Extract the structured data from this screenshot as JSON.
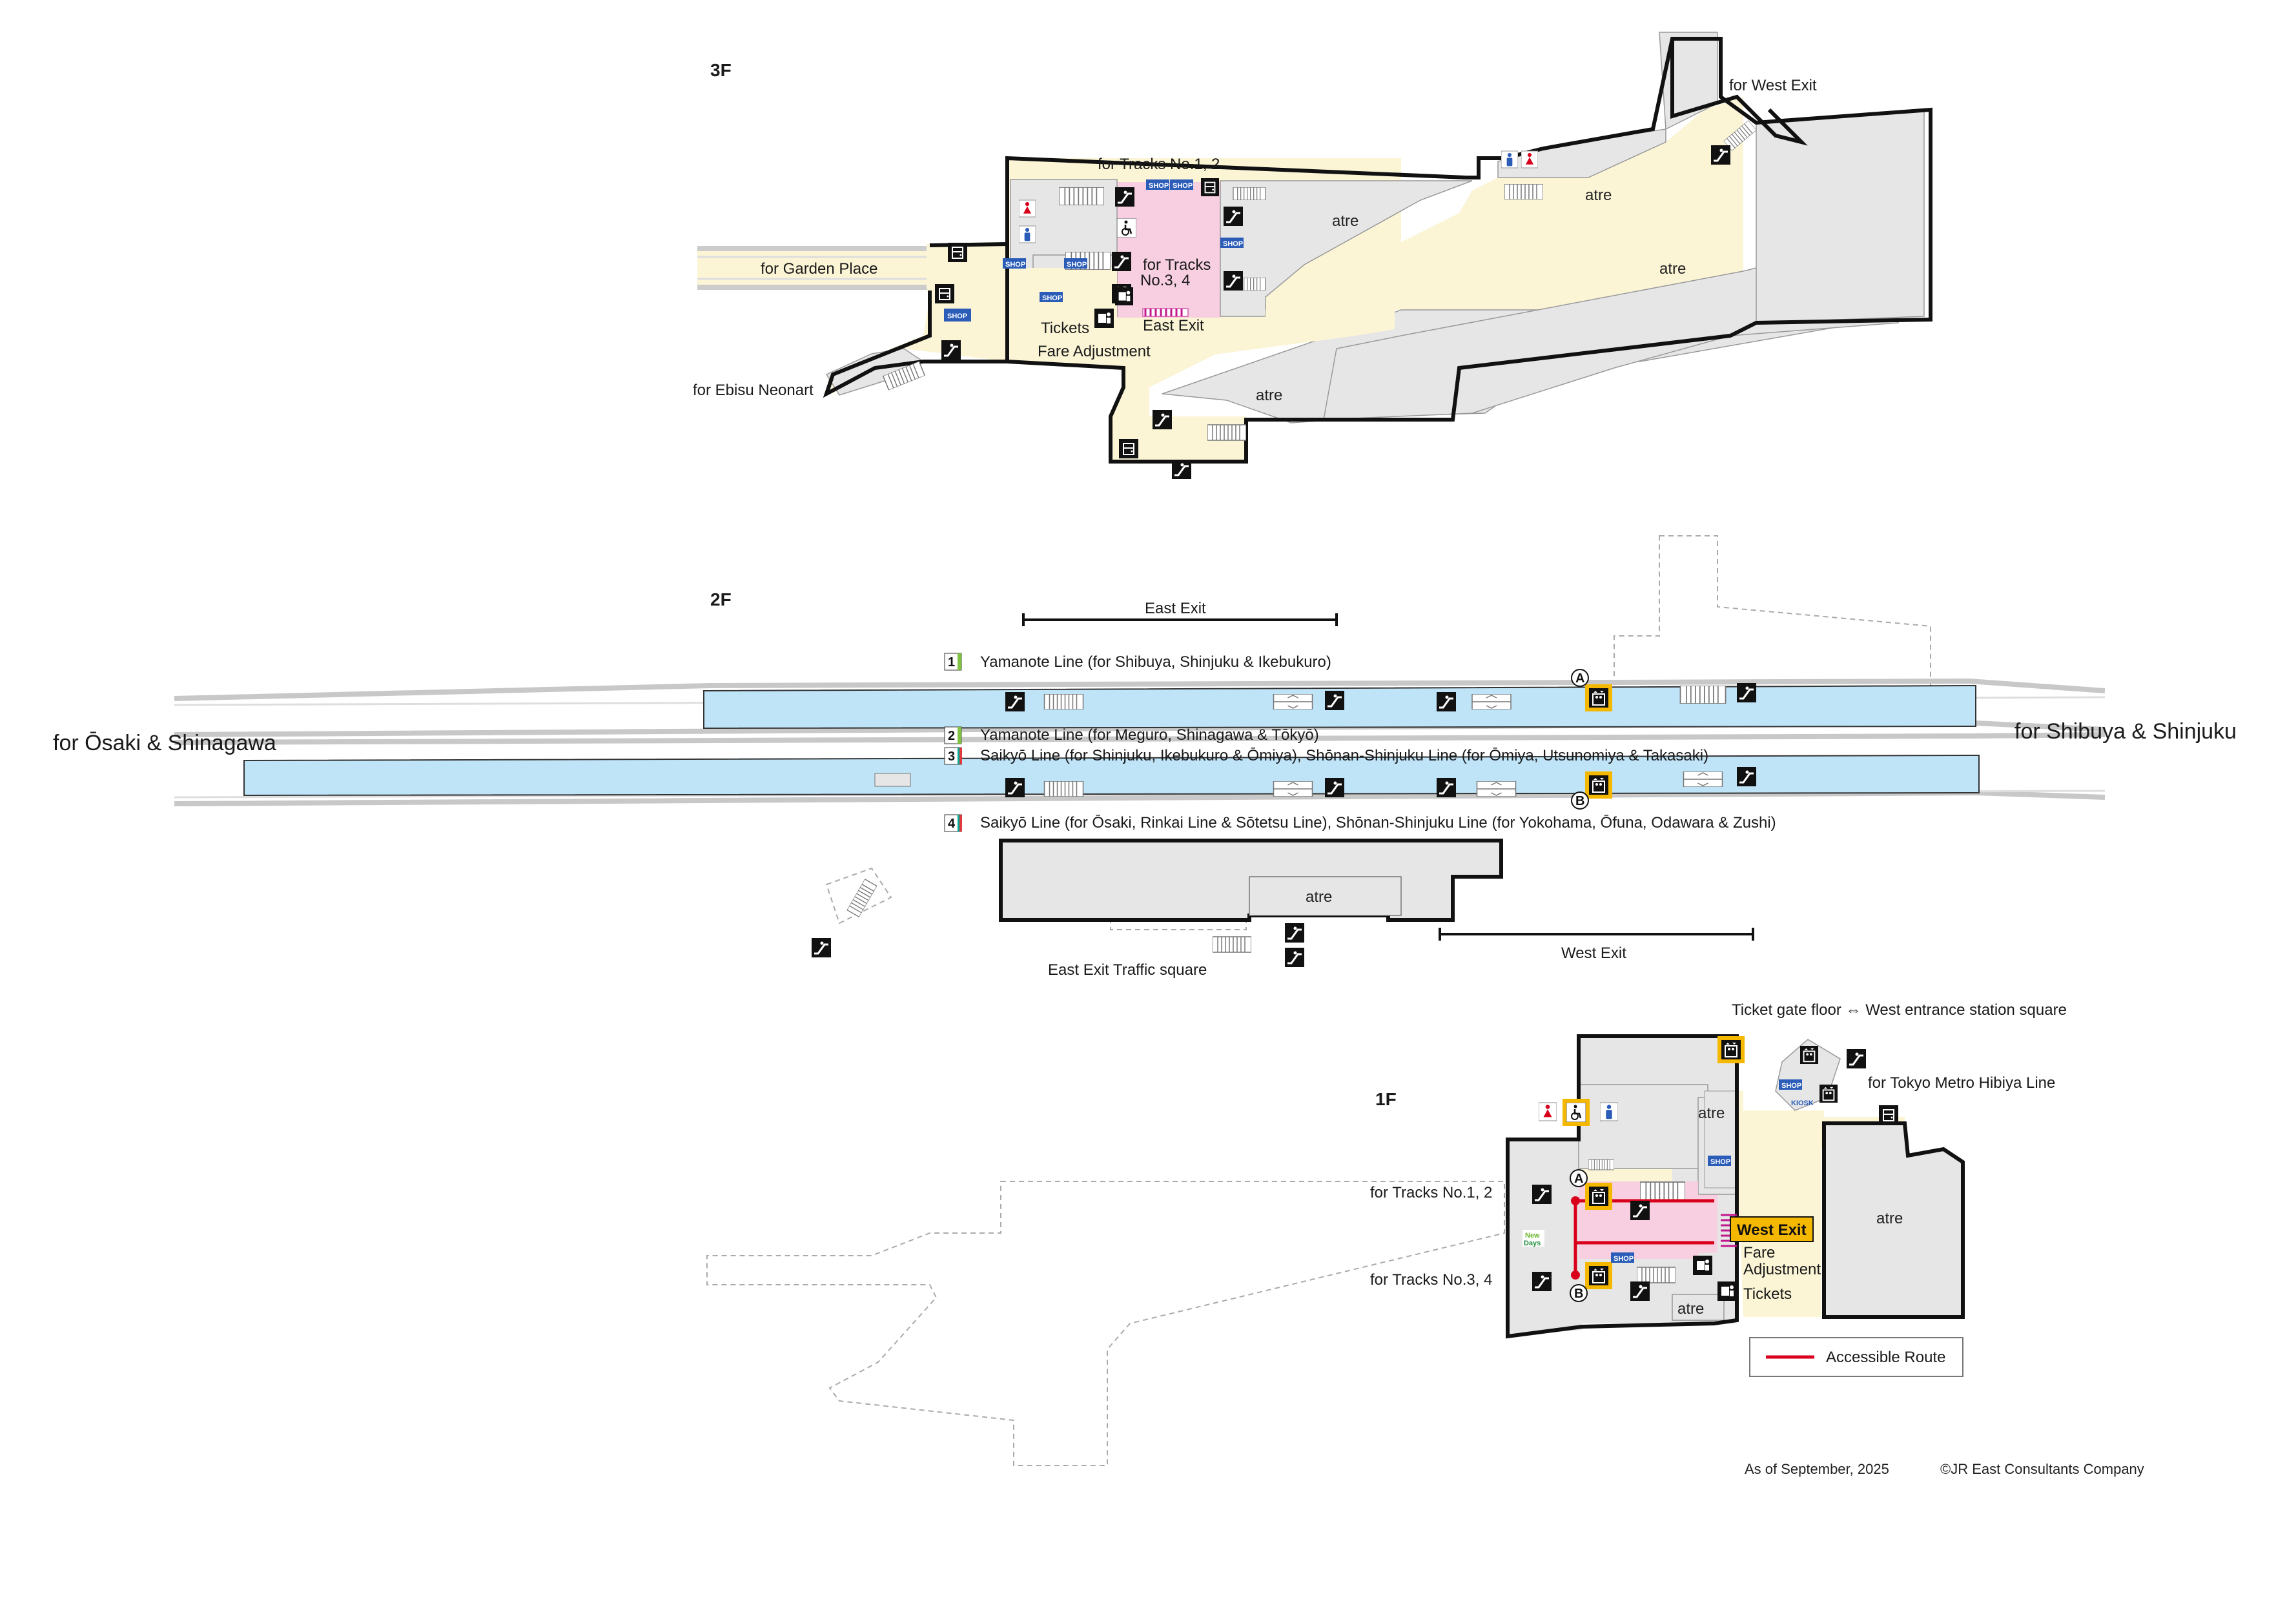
{
  "floors": {
    "f3": "3F",
    "f2": "2F",
    "f1": "1F"
  },
  "f3": {
    "west_exit": "for West Exit",
    "tracks12": "for Tracks No.1, 2",
    "tracks34_a": "for Tracks",
    "tracks34_b": "No.3, 4",
    "garden": "for Garden Place",
    "neonart": "for Ebisu Neonart",
    "tickets": "Tickets",
    "east_exit": "East Exit",
    "fare_adj": "Fare Adjustment",
    "atre": "atre",
    "shop": "SHOP"
  },
  "f2": {
    "east_exit": "East Exit",
    "west_exit": "West Exit",
    "osaki": "for Ōsaki & Shinagawa",
    "shibuya": "for Shibuya & Shinjuku",
    "line1": "Yamanote Line (for Shibuya, Shinjuku & Ikebukuro)",
    "line2": "Yamanote Line (for Meguro, Shinagawa & Tōkyō)",
    "line3": "Saikyō Line (for Shinjuku, Ikebukuro & Ōmiya), Shōnan-Shinjuku Line (for Ōmiya, Utsunomiya & Takasaki)",
    "line4": "Saikyō Line (for Ōsaki, Rinkai Line & Sōtetsu Line), Shōnan-Shinjuku Line (for Yokohama, Ōfuna, Odawara & Zushi)",
    "n1": "1",
    "n2": "2",
    "n3": "3",
    "n4": "4",
    "elevA": "A",
    "elevB": "B",
    "atre": "atre",
    "traffic_square": "East Exit Traffic square"
  },
  "f1": {
    "gate_square": "Ticket gate floor ⇔ West entrance station square",
    "hibiya": "for Tokyo Metro Hibiya Line",
    "tracks12": "for Tracks No.1, 2",
    "tracks34": "for Tracks No.3, 4",
    "west_exit": "West Exit",
    "fare": "Fare",
    "adjustment": "Adjustment",
    "tickets": "Tickets",
    "atre": "atre",
    "shop": "SHOP",
    "kiosk": "KIOSK",
    "newdays_a": "New",
    "newdays_b": "Days",
    "elevA": "A",
    "elevB": "B"
  },
  "legend": {
    "accessible": "Accessible Route"
  },
  "footer": {
    "asof": "As of September, 2025",
    "copyright": "©JR East Consultants Company"
  },
  "colors": {
    "concourse": "#fbf5d6",
    "ticket_area": "#f7cfe0",
    "platform": "#bfe3f7",
    "building": "#e6e6e6",
    "accessible_route": "#d9001b",
    "elevator_highlight": "#f5b800",
    "yamanote": "#80c241",
    "saikyo": "#00ac9a",
    "shonan": "#e03a3e"
  },
  "icons": [
    "escalator-icon",
    "stairs-icon",
    "elevator-icon",
    "locker-icon",
    "toilet-men-icon",
    "toilet-women-icon",
    "accessible-toilet-icon",
    "ticket-machine-icon",
    "shop-icon"
  ]
}
